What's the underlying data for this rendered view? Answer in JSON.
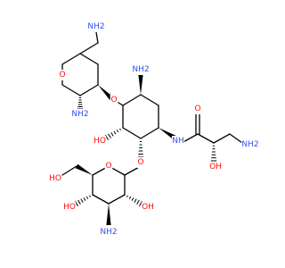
{
  "colors": {
    "bond": "#000000",
    "nitrogen": "#3050F8",
    "oxygen": "#FF0D0D"
  },
  "labels": {
    "nh2_top": "NH2",
    "nh2_a": "NH2",
    "nh2_b": "NH2",
    "o_ring1": "O",
    "o_link1": "O",
    "oh_1": "HO",
    "nh_amide": "NH",
    "o_carbonyl": "O",
    "oh_2": "OH",
    "nh2_chain": "NH2",
    "o_link2": "O",
    "o_ring3": "O",
    "oh_hoch2": "HO",
    "oh_3": "OH",
    "oh_4": "HO",
    "nh2_bottom": "NH2"
  }
}
